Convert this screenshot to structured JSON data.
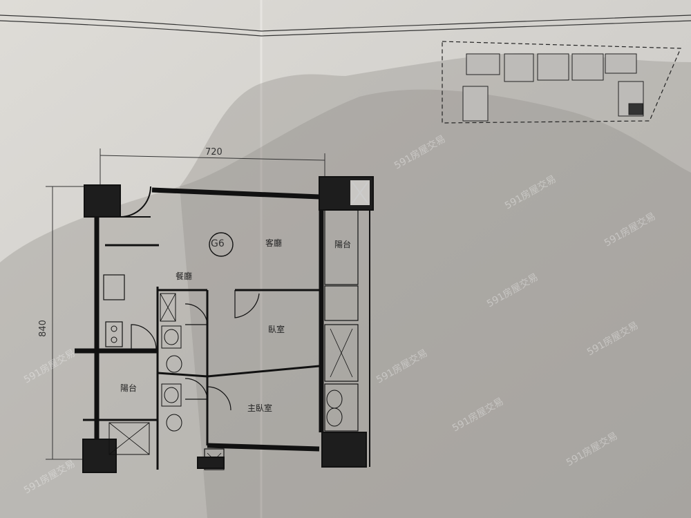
{
  "plan": {
    "dimension_width": "720",
    "dimension_height": "840",
    "unit_code": "G6",
    "rooms": {
      "living_room": "客廳",
      "dining_room": "餐廳",
      "bedroom": "臥室",
      "master_bedroom": "主臥室",
      "balcony_right": "陽台",
      "balcony_left": "陽台"
    }
  },
  "watermark": {
    "text": "591房屋交易"
  }
}
